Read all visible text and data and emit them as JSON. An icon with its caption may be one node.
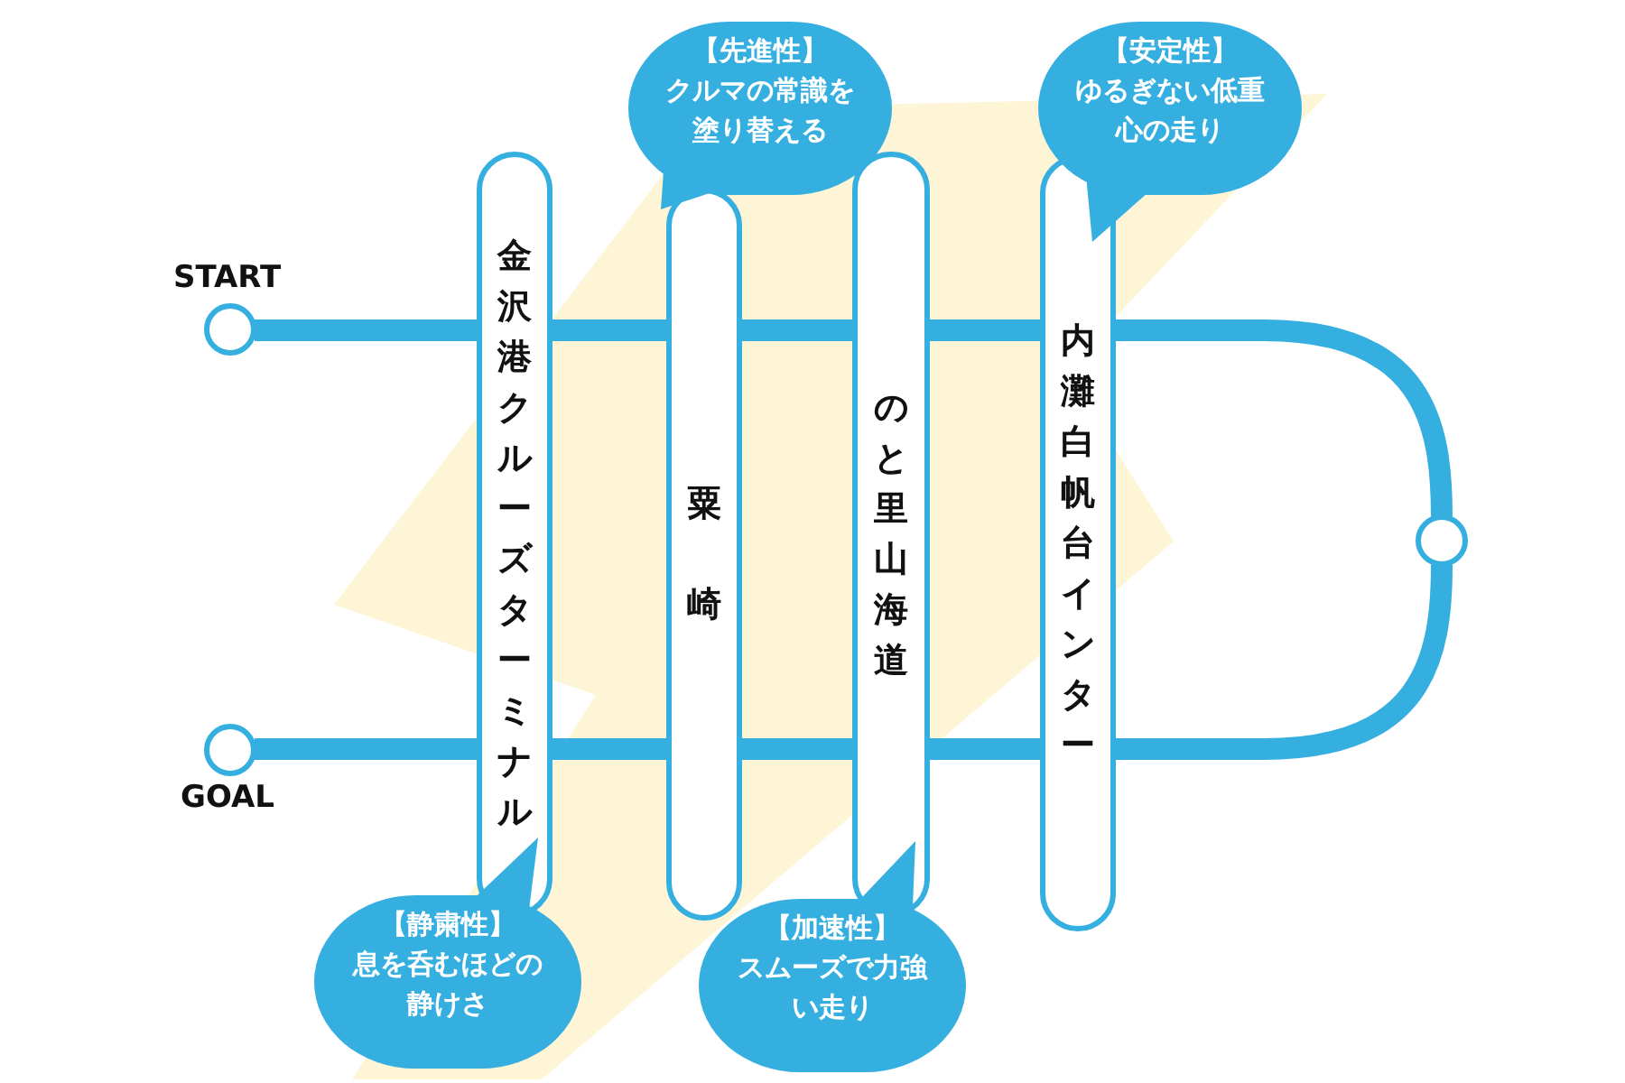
{
  "diagram": {
    "nodes": [
      {
        "text": [],
        "shape": "circle",
        "beside": [
          "START"
        ]
      },
      {
        "text": [],
        "shape": "circle",
        "beside": [
          "GOAL"
        ]
      },
      {
        "text": [],
        "shape": "circle"
      },
      {
        "text": [
          "金沢港クルーズターミナル"
        ]
      },
      {
        "text": [
          "粟崎"
        ]
      },
      {
        "text": [
          "のと里山海道"
        ]
      },
      {
        "text": [
          "内灘白帆台インター"
        ]
      },
      {
        "text": [
          "【先進性】",
          "クルマの常識を塗り替える"
        ]
      },
      {
        "text": [
          "【安定性】",
          "ゆるぎない低重心の走り"
        ]
      },
      {
        "text": [
          "【静粛性】",
          "息を呑むほどの静けさ"
        ]
      },
      {
        "text": [
          "【加速性】",
          "スムーズで力強い走り"
        ]
      }
    ],
    "edges": [
      {
        "from": 0,
        "to": 3,
        "arrow": "none"
      },
      {
        "from": 3,
        "to": 4,
        "arrow": "none"
      },
      {
        "from": 4,
        "to": 5,
        "arrow": "none"
      },
      {
        "from": 5,
        "to": 6,
        "arrow": "none"
      },
      {
        "from": 6,
        "to": 2,
        "arrow": "none"
      },
      {
        "from": 2,
        "to": 6,
        "arrow": "none"
      },
      {
        "from": 6,
        "to": 5,
        "arrow": "none"
      },
      {
        "from": 5,
        "to": 4,
        "arrow": "none"
      },
      {
        "from": 4,
        "to": 3,
        "arrow": "none"
      },
      {
        "from": 3,
        "to": 1,
        "arrow": "none"
      }
    ]
  }
}
